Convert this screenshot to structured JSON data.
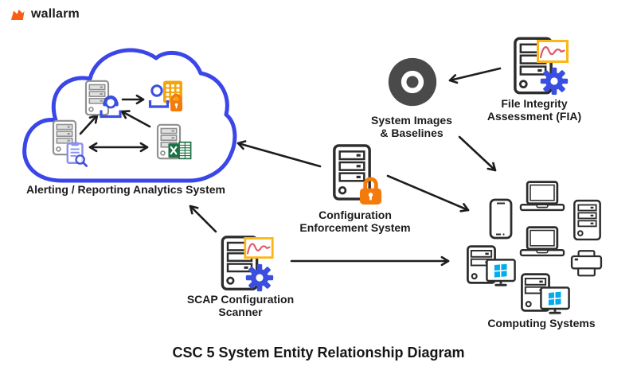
{
  "brand": {
    "logo_text": "wallarm",
    "logo_icon": "wallarm-flag-icon"
  },
  "title": "CSC 5 System Entity Relationship Diagram",
  "nodes": {
    "analytics_cloud": {
      "label": "Alerting / Reporting Analytics System",
      "icons": [
        "server-icon",
        "operator-headset-icon",
        "analyst-keypad-lock-icon",
        "server-icon",
        "log-review-document-icon",
        "server-icon",
        "spreadsheet-excel-icon"
      ]
    },
    "system_images": {
      "line1": "System Images",
      "line2": "& Baselines",
      "icon": "disc-icon"
    },
    "fia": {
      "line1": "File Integrity",
      "line2": "Assessment (FIA)",
      "icons": [
        "server-icon",
        "waveform-chart-icon",
        "gear-icon"
      ]
    },
    "config_enforcement": {
      "line1": "Configuration",
      "line2": "Enforcement System",
      "icons": [
        "server-icon",
        "lock-icon"
      ]
    },
    "scap_scanner": {
      "line1": "SCAP Configuration",
      "line2": "Scanner",
      "icons": [
        "server-icon",
        "waveform-chart-icon",
        "gear-icon"
      ]
    },
    "computing_systems": {
      "label": "Computing Systems",
      "icons": [
        "smartphone-icon",
        "laptop-icon",
        "desktop-tower-icon",
        "laptop-icon",
        "printer-icon",
        "desktop-pc-windows-icon",
        "desktop-pc-windows-icon"
      ]
    }
  },
  "colors": {
    "ink": "#1d1d1d",
    "brand_orange": "#f85e14",
    "cloud_blue": "#3a46e8",
    "accent_blue": "#3a4fe0",
    "lock_orange": "#f47b0b",
    "keypad_amber": "#f2a50f",
    "wavebox_amber": "#fdb714",
    "waveform_red": "#e25563",
    "excel_green": "#1e7145",
    "windows_cyan": "#00adef",
    "disc_gray": "#4a4a4a",
    "doc_periwinkle": "#8b90ee",
    "doc_periwinkle_dark": "#4450d8",
    "device_gray": "#8f8f8f",
    "device_ink": "#2c2c2c"
  }
}
